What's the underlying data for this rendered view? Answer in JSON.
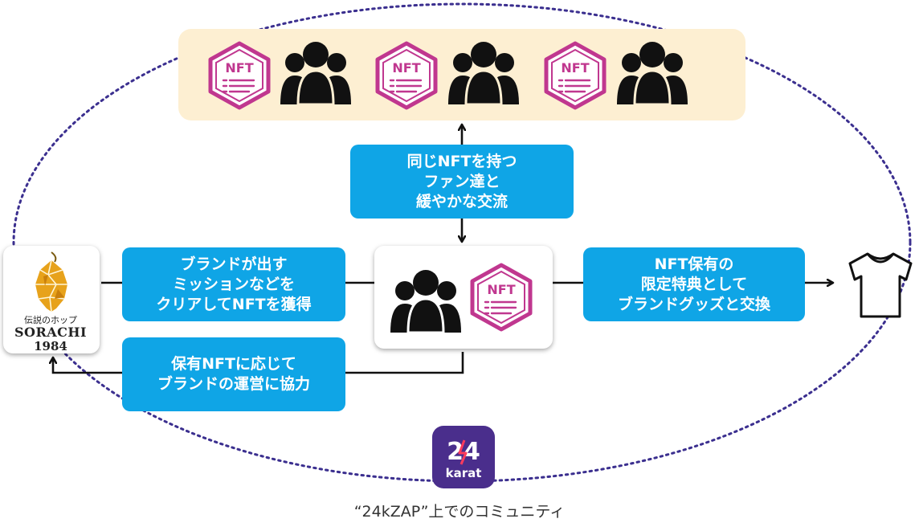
{
  "colors": {
    "blue_box": "#0fa5e6",
    "band": "#fdefd2",
    "ellipse_dots": "#3b2f8f",
    "nft_badge": "#c0378f",
    "app_bg": "#4a2e8c",
    "app_accent": "#ff3b5c",
    "hop_gold": "#e7a21b"
  },
  "nft_badge_label": "NFT",
  "top_group": {
    "badges": [
      "NFT",
      "NFT",
      "NFT"
    ]
  },
  "boxes": {
    "community": "同じNFTを持つ\nファン達と\n緩やかな交流",
    "mission": "ブランドが出す\nミッションなどを\nクリアしてNFTを獲得",
    "benefit": "NFT保有の\n限定特典として\nブランドグッズと交換",
    "cooperate": "保有NFTに応じて\nブランドの運営に協力"
  },
  "brand": {
    "tagline": "伝説のホップ",
    "name": "SORACHI",
    "year": "1984"
  },
  "app": {
    "logo_text": "24",
    "logo_sub": "karat"
  },
  "caption": "“24kZAP”上でのコミュニティ",
  "icons": [
    "people-group-icon",
    "nft-badge-icon",
    "tshirt-icon",
    "hop-logo-icon",
    "app-logo-icon"
  ]
}
